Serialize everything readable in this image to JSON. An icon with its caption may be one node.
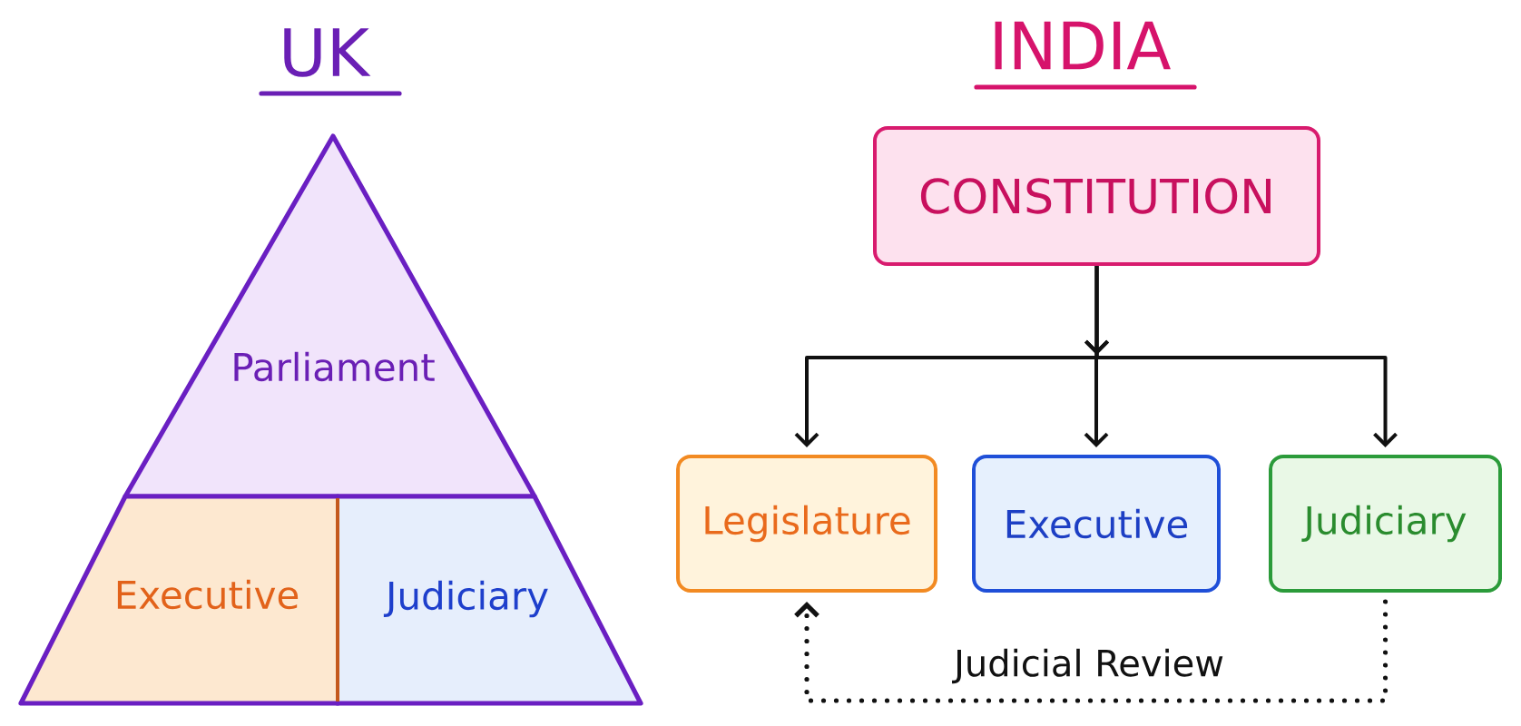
{
  "diagram": {
    "nodes": [
      {
        "text": [
          "Parliament"
        ]
      },
      {
        "text": [
          "Executive"
        ]
      },
      {
        "text": [
          "Judiciary"
        ]
      },
      {
        "text": [
          "CONSTITUTION"
        ]
      },
      {
        "text": [
          "Legislature"
        ]
      },
      {
        "text": [
          "Executive"
        ]
      },
      {
        "text": [
          "Judiciary"
        ]
      }
    ],
    "edges": [
      {
        "from": 3,
        "to": 4,
        "arrow": "to"
      },
      {
        "from": 3,
        "to": 5,
        "arrow": "to"
      },
      {
        "from": 3,
        "to": 6,
        "arrow": "to"
      },
      {
        "from": 6,
        "to": 4,
        "arrow": "to",
        "label": "Judicial Review",
        "style": "dashed"
      }
    ],
    "labels": [
      "UK",
      "INDIA"
    ]
  }
}
